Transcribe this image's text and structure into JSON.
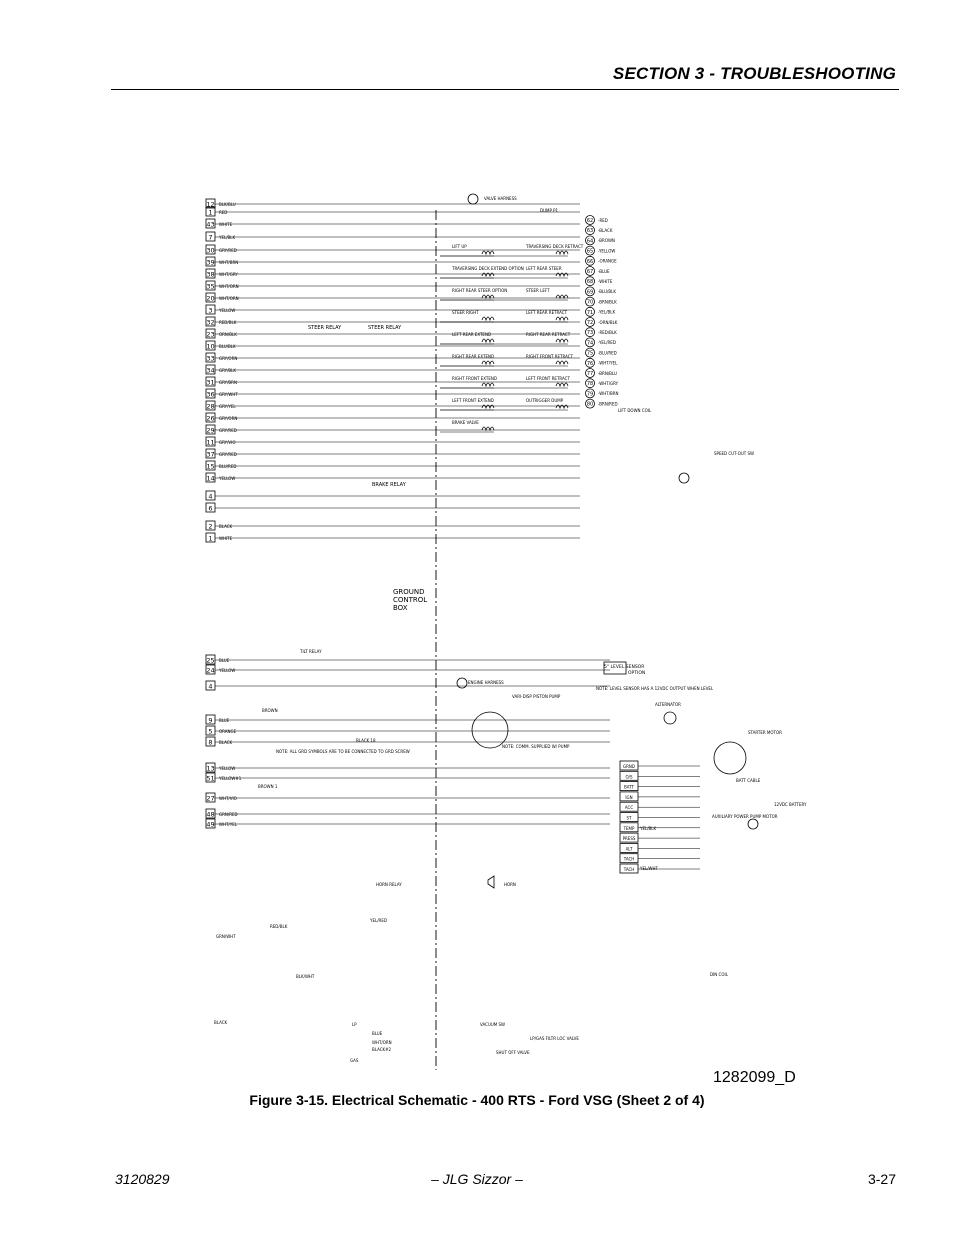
{
  "header": {
    "section_title": "SECTION 3 - TROUBLESHOOTING"
  },
  "figure": {
    "caption": "Figure 3-15.  Electrical Schematic - 400 RTS - Ford VSG (Sheet 2 of 4)",
    "drawing_number": "1282099_D",
    "labels": {
      "ground_control_box": [
        "GROUND",
        "CONTROL",
        "BOX"
      ],
      "steer_relay": "STEER RELAY",
      "brake_relay": "BRAKE RELAY",
      "tilt_relay": "TILT RELAY",
      "horn_relay": "HORN RELAY",
      "horn": "HORN",
      "alternator": "ALTERNATOR",
      "starter_motor": "STARTER MOTOR",
      "battery": "12VDC BATTERY",
      "aux_pump": "AUXILIARY POWER PUMP MOTOR",
      "speed_cutout": "SPEED CUT-OUT SW",
      "lift_down_coil": "LIFT DOWN COIL",
      "level_sensor": "5° LEVEL SENSOR",
      "option": "OPTION",
      "engine_harness": "ENGINE HARNESS",
      "valve_harness": "VALVE HARNESS",
      "dump_p1": "DUMP P1",
      "pump_note": "NOTE: COMM. SUPPLIED W/ PUMP",
      "gnd_note": "NOTE: ALL GRD SYMBOLS ARE TO BE CONNECTED TO GRD SCREW",
      "level_note": "NOTE: LEVEL SENSOR HAS A 12VDC OUTPUT WHEN LEVEL",
      "vari_disp": "VARI-DISP PISTON PUMP",
      "din_coil": "DIN COIL",
      "batt_cable": "BATT CABLE",
      "vacuum_sw": "VACUUM SW",
      "lp_gas": "LP/GAS FILTR LOC VALVE",
      "shut_off": "SHUT OFF VALVE"
    },
    "left_terminals": [
      {
        "num": "12",
        "wire": "BLK/BLU"
      },
      {
        "num": "1",
        "wire": "RED"
      },
      {
        "num": "43",
        "wire": "WHITE"
      },
      {
        "num": "7",
        "wire": "YEL/BLK"
      },
      {
        "num": "30",
        "wire": "GRY/RED"
      },
      {
        "num": "39",
        "wire": "WHT/BRN"
      },
      {
        "num": "38",
        "wire": "WHT/GRY"
      },
      {
        "num": "35",
        "wire": "WHT/ORN"
      },
      {
        "num": "20",
        "wire": "WHT/ORN"
      },
      {
        "num": "3",
        "wire": "YELLOW"
      },
      {
        "num": "32",
        "wire": "RED/BLK"
      },
      {
        "num": "23",
        "wire": "ORN/BLK"
      },
      {
        "num": "10",
        "wire": "BLU/BLK"
      },
      {
        "num": "33",
        "wire": "GRY/ORN"
      },
      {
        "num": "34",
        "wire": "GRY/BLK"
      },
      {
        "num": "31",
        "wire": "GRY/BRN"
      },
      {
        "num": "36",
        "wire": "GRY/WHT"
      },
      {
        "num": "28",
        "wire": "GRY/YEL"
      },
      {
        "num": "26",
        "wire": "GRY/ORN"
      },
      {
        "num": "29",
        "wire": "GRY/RED"
      },
      {
        "num": "11",
        "wire": "GRY/VIO"
      },
      {
        "num": "37",
        "wire": "GRY/RED"
      },
      {
        "num": "15",
        "wire": "BLU/RED"
      },
      {
        "num": "14",
        "wire": "YELLOW"
      },
      {
        "num": "4",
        "wire": ""
      },
      {
        "num": "6",
        "wire": ""
      },
      {
        "num": "2",
        "wire": "BLACK"
      },
      {
        "num": "1",
        "wire": "WHITE"
      }
    ],
    "right_terminals": [
      {
        "num": "62",
        "wire": "RED"
      },
      {
        "num": "63",
        "wire": "BLACK"
      },
      {
        "num": "64",
        "wire": "BROWN"
      },
      {
        "num": "65",
        "wire": "YELLOW"
      },
      {
        "num": "66",
        "wire": "ORANGE"
      },
      {
        "num": "67",
        "wire": "BLUE"
      },
      {
        "num": "68",
        "wire": "WHITE"
      },
      {
        "num": "69",
        "wire": "BLU/BLK"
      },
      {
        "num": "70",
        "wire": "BRN/BLK"
      },
      {
        "num": "71",
        "wire": "YEL/BLK"
      },
      {
        "num": "72",
        "wire": "ORN/BLK"
      },
      {
        "num": "73",
        "wire": "RED/BLK"
      },
      {
        "num": "74",
        "wire": "YEL/RED"
      },
      {
        "num": "75",
        "wire": "BLU/RED"
      },
      {
        "num": "76",
        "wire": "WHT/YEL"
      },
      {
        "num": "77",
        "wire": "BRN/BLU"
      },
      {
        "num": "78",
        "wire": "WHT/GRY"
      },
      {
        "num": "79",
        "wire": "WHT/BRN"
      },
      {
        "num": "80",
        "wire": "BRN/RED"
      }
    ],
    "valve_labels": [
      "LIFT UP",
      "TRAVERSING DECK RETRACT",
      "TRAVERSING DECK EXTEND OPTION",
      "LEFT REAR STEER",
      "RIGHT REAR STEER OPTION",
      "STEER LEFT",
      "STEER RIGHT",
      "LEFT REAR RETRACT",
      "LEFT REAR EXTEND",
      "RIGHT REAR RETRACT",
      "RIGHT REAR EXTEND",
      "RIGHT FRONT RETRACT",
      "RIGHT FRONT EXTEND",
      "LEFT FRONT RETRACT",
      "LEFT FRONT EXTEND",
      "OUTRIGGER DUMP",
      "BRAKE VALVE"
    ],
    "lower_terminals": [
      {
        "num": "25",
        "wire": "BLUE"
      },
      {
        "num": "24",
        "wire": "YELLOW"
      },
      {
        "num": "4",
        "wire": ""
      },
      {
        "num": "9",
        "wire": "BLUE"
      },
      {
        "num": "5",
        "wire": "ORANGE"
      },
      {
        "num": "8",
        "wire": "BLACK"
      },
      {
        "num": "13",
        "wire": "YELLOW"
      },
      {
        "num": "51",
        "wire": "YELLOW#1"
      },
      {
        "num": "27",
        "wire": "WHT/VIO"
      },
      {
        "num": "48",
        "wire": "GRN/RED"
      },
      {
        "num": "49",
        "wire": "WHT/YEL"
      }
    ],
    "ecm_pins": [
      "GRND",
      "O/S",
      "BATT",
      "IGN",
      "ACC",
      "ST",
      "TEMP",
      "PRESS",
      "ALT",
      "TACH",
      "TACH"
    ],
    "engine_wires": [
      "BROWN",
      "BLACK 18",
      "BROWN 1",
      "YEL/BLK",
      "YEL/WHT",
      "RED/BLK",
      "YEL/RED",
      "GRN/WHT",
      "BLK/WHT",
      "BLACK",
      "LP",
      "BLUE",
      "WHT/ORN",
      "BLACK#2",
      "GAS"
    ]
  },
  "footer": {
    "doc_number": "3120829",
    "title": "– JLG Sizzor –",
    "page": "3-27"
  }
}
